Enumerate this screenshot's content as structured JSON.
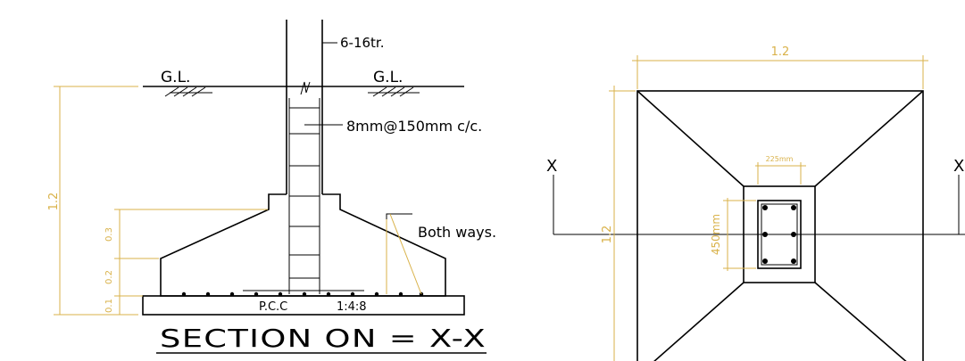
{
  "colors": {
    "ink": "#000000",
    "dimension": "#d9b24a",
    "background": "#ffffff"
  },
  "section": {
    "gl_left": "G.L.",
    "gl_right": "G.L.",
    "rebar_label": "6-16tr.",
    "stirrup_label": "8mm@150mm c/c.",
    "both_ways_label": "Both ways.",
    "pcc_label": "P.C.C",
    "mix_label": "1:4:8",
    "title": "SECTION  ON  =  X-X",
    "dim_height_total": "1.2",
    "dim_d1": "0.3",
    "dim_d2": "0.2",
    "dim_d3": "0.1"
  },
  "plan": {
    "width_dim": "1.2",
    "height_dim": "1.2",
    "column_width": "225mm",
    "column_depth": "450mm",
    "cut_left": "X",
    "cut_right": "X"
  }
}
